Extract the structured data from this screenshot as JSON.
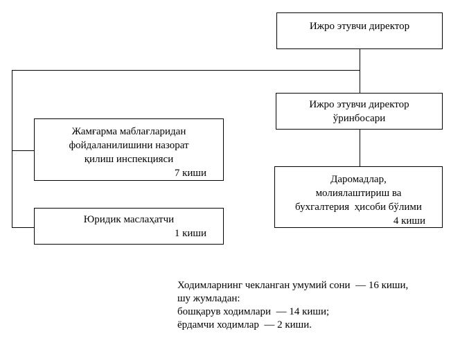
{
  "colors": {
    "background": "#ffffff",
    "border": "#000000",
    "text": "#000000"
  },
  "chart": {
    "director": {
      "line1": "Ижро этувчи директор"
    },
    "deputy": {
      "line1": "Ижро этувчи директор",
      "line2": "ўринбосари"
    },
    "revenue_dept": {
      "line1": "Даромадлар,",
      "line2": "молиялаштириш ва",
      "line3": "бухгалтерия  ҳисоби бўлими",
      "count": "4 киши"
    },
    "inspection": {
      "line1": "Жамғарма маблағларидан",
      "line2": "фойдаланилишини назорат",
      "line3": "қилиш инспекцияси",
      "count": "7 киши"
    },
    "legal_adviser": {
      "line1": "Юридик маслаҳатчи",
      "count": "1 киши"
    }
  },
  "footnote": {
    "line1": "Ходимларнинг чекланган умумий сони  — 16 киши,",
    "line2": "шу жумладан:",
    "line3": "бошқарув ходимлари  — 14 киши;",
    "line4": "ёрдамчи ходимлар  — 2 киши."
  }
}
